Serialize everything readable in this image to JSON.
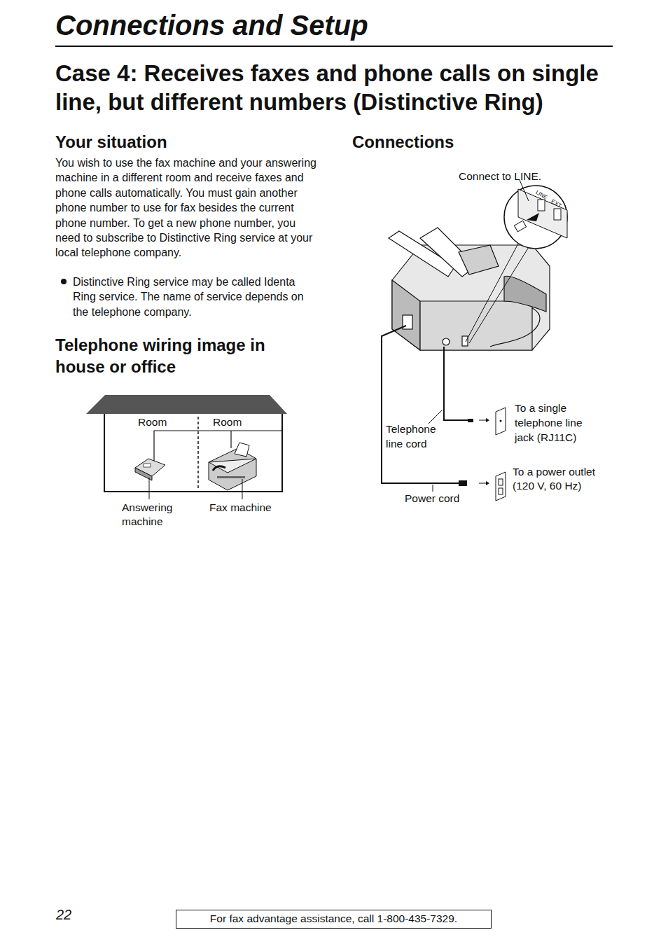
{
  "diagram": {
    "title": "Connections and Setup",
    "nodes": [
      {
        "text": [
          "For fax advantage assistance, call 1-800-435-7329."
        ]
      }
    ],
    "edges": [],
    "labels": [
      "Case 4: Receives faxes and phone calls on single line, but different numbers (Distinctive Ring)",
      "Your situation",
      "You wish to use the fax machine and your answering machine in a different room and receive faxes and phone calls automatically. You must gain another phone number to use for fax besides the current phone number. To get a new phone number, you need to subscribe to Distinctive Ring service at your local telephone company.",
      "Distinctive Ring service may be called Identa Ring service. The name of service depends on the telephone company.",
      "Telephone wiring image in house or office",
      "Connections",
      "Connect to LINE.",
      "LINE",
      "EXT",
      "To a single telephone line jack (RJ11C)",
      "Telephone line cord",
      "To a power outlet (120 V, 60 Hz)",
      "Power cord",
      "Room",
      "Room",
      "Answering machine",
      "Fax machine",
      "22"
    ]
  }
}
